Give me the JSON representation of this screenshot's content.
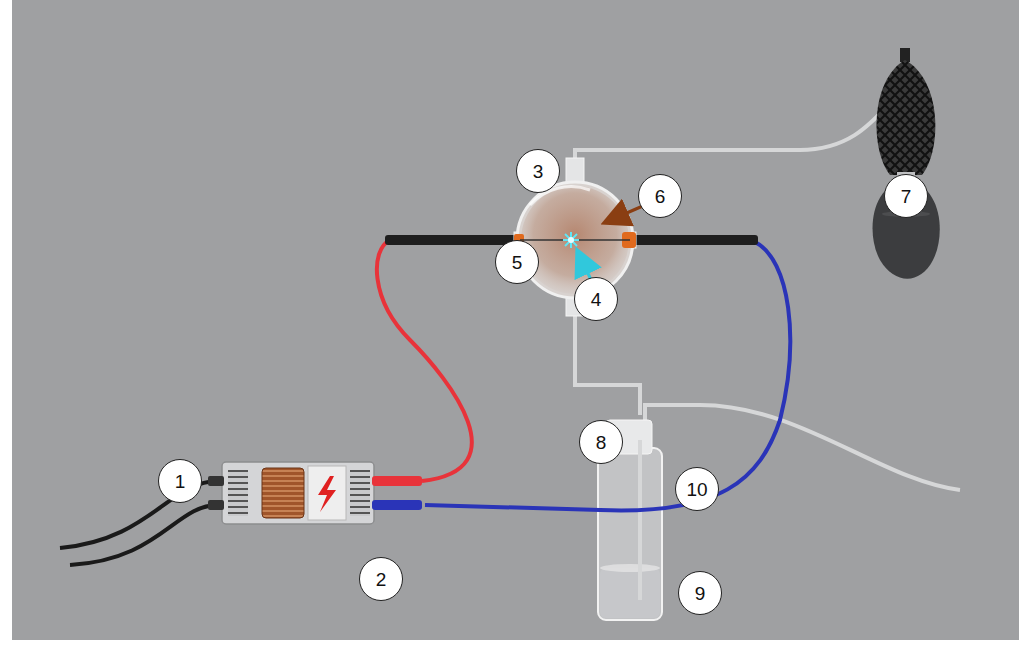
{
  "diagram": {
    "nodes": [
      {
        "text": [
          "3"
        ]
      },
      {
        "text": [
          "6"
        ]
      },
      {
        "text": [
          "7"
        ]
      },
      {
        "text": [
          "5"
        ]
      },
      {
        "text": [
          "4"
        ]
      },
      {
        "text": [
          "8"
        ]
      },
      {
        "text": [
          "1"
        ]
      },
      {
        "text": [
          "10"
        ]
      },
      {
        "text": [
          "2"
        ]
      },
      {
        "text": [
          "9"
        ]
      }
    ]
  }
}
